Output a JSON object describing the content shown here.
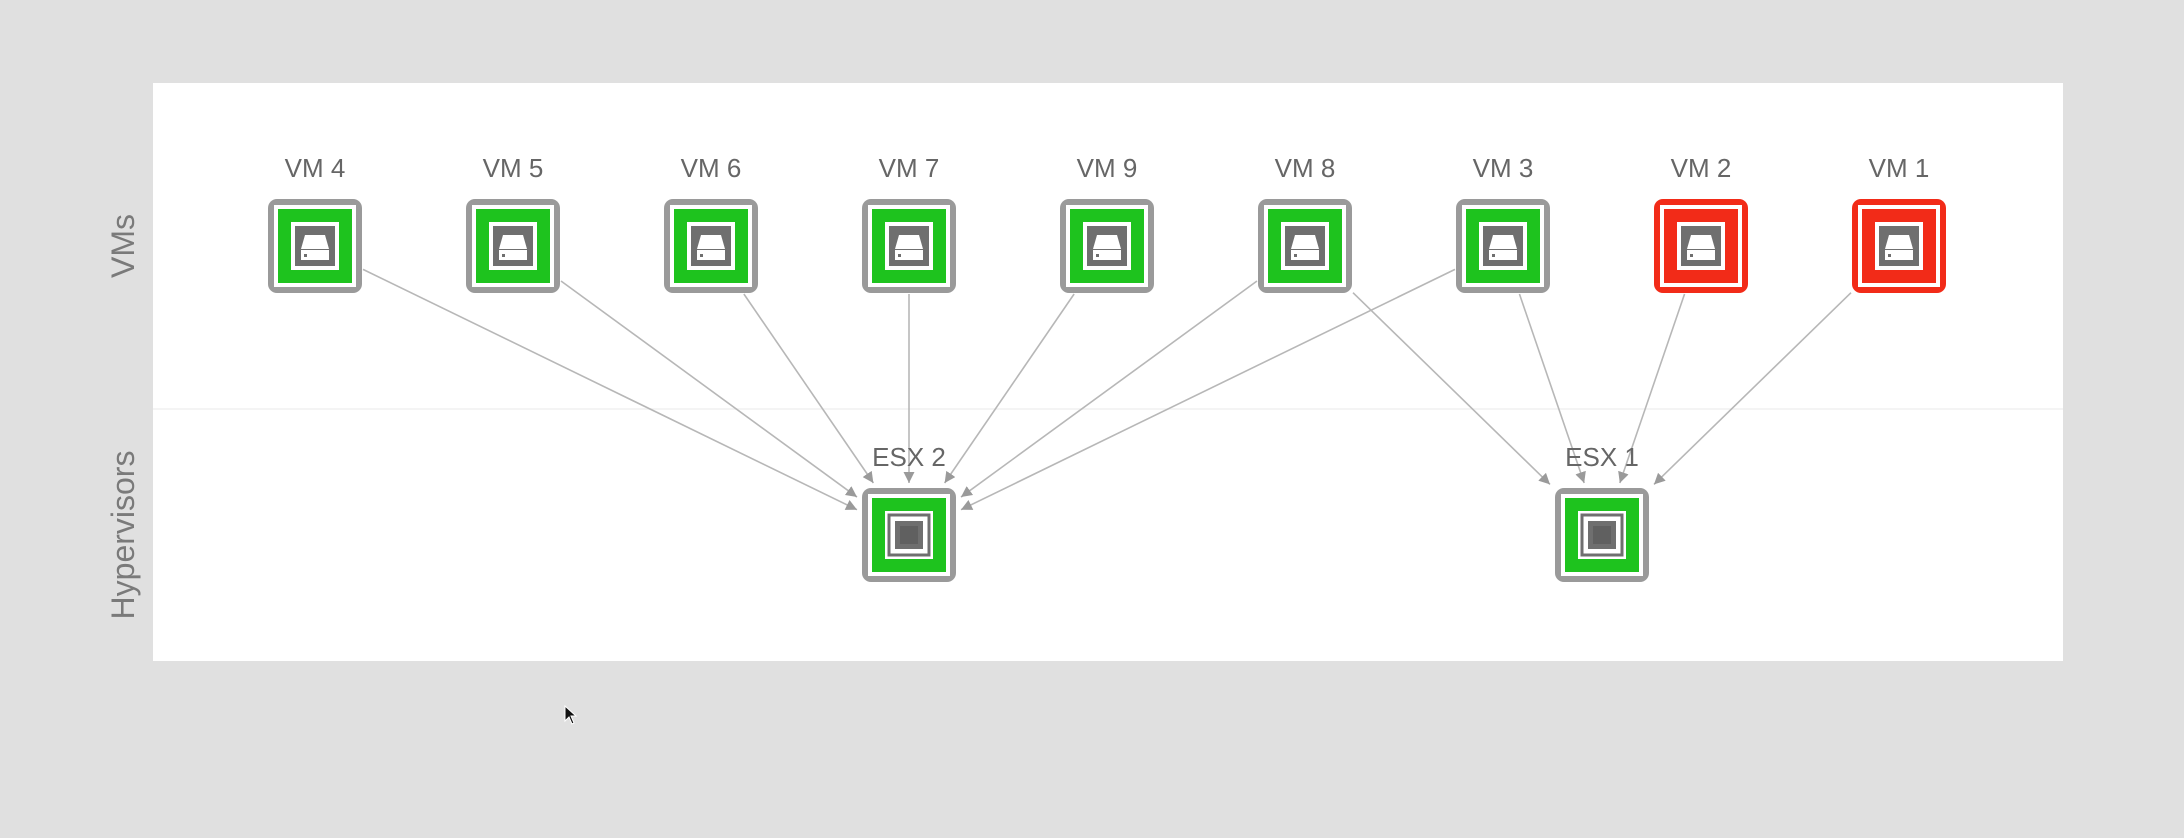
{
  "lanes": {
    "vms": "VMs",
    "hypervisors": "Hypervisors"
  },
  "status_colors": {
    "ok": "#1ec31e",
    "critical": "#f22b18",
    "frame": "#9a9a9a",
    "icon": "#6f6f6f"
  },
  "vms": [
    {
      "label": "VM 4",
      "status": "ok",
      "icon": "hard-drive-icon"
    },
    {
      "label": "VM 5",
      "status": "ok",
      "icon": "hard-drive-icon"
    },
    {
      "label": "VM 6",
      "status": "ok",
      "icon": "hard-drive-icon"
    },
    {
      "label": "VM 7",
      "status": "ok",
      "icon": "hard-drive-icon"
    },
    {
      "label": "VM 9",
      "status": "ok",
      "icon": "hard-drive-icon"
    },
    {
      "label": "VM 8",
      "status": "ok",
      "icon": "hard-drive-icon"
    },
    {
      "label": "VM 3",
      "status": "ok",
      "icon": "hard-drive-icon"
    },
    {
      "label": "VM 2",
      "status": "critical",
      "icon": "hard-drive-icon"
    },
    {
      "label": "VM 1",
      "status": "critical",
      "icon": "hard-drive-icon"
    }
  ],
  "hypervisors": [
    {
      "label": "ESX 2",
      "status": "ok",
      "icon": "cpu-chip-icon"
    },
    {
      "label": "ESX 1",
      "status": "ok",
      "icon": "cpu-chip-icon"
    }
  ],
  "edges": [
    {
      "from": "VM 4",
      "to": "ESX 2"
    },
    {
      "from": "VM 5",
      "to": "ESX 2"
    },
    {
      "from": "VM 6",
      "to": "ESX 2"
    },
    {
      "from": "VM 7",
      "to": "ESX 2"
    },
    {
      "from": "VM 9",
      "to": "ESX 2"
    },
    {
      "from": "VM 8",
      "to": "ESX 2"
    },
    {
      "from": "VM 3",
      "to": "ESX 2"
    },
    {
      "from": "VM 8",
      "to": "ESX 1"
    },
    {
      "from": "VM 3",
      "to": "ESX 1"
    },
    {
      "from": "VM 2",
      "to": "ESX 1"
    },
    {
      "from": "VM 1",
      "to": "ESX 1"
    }
  ]
}
